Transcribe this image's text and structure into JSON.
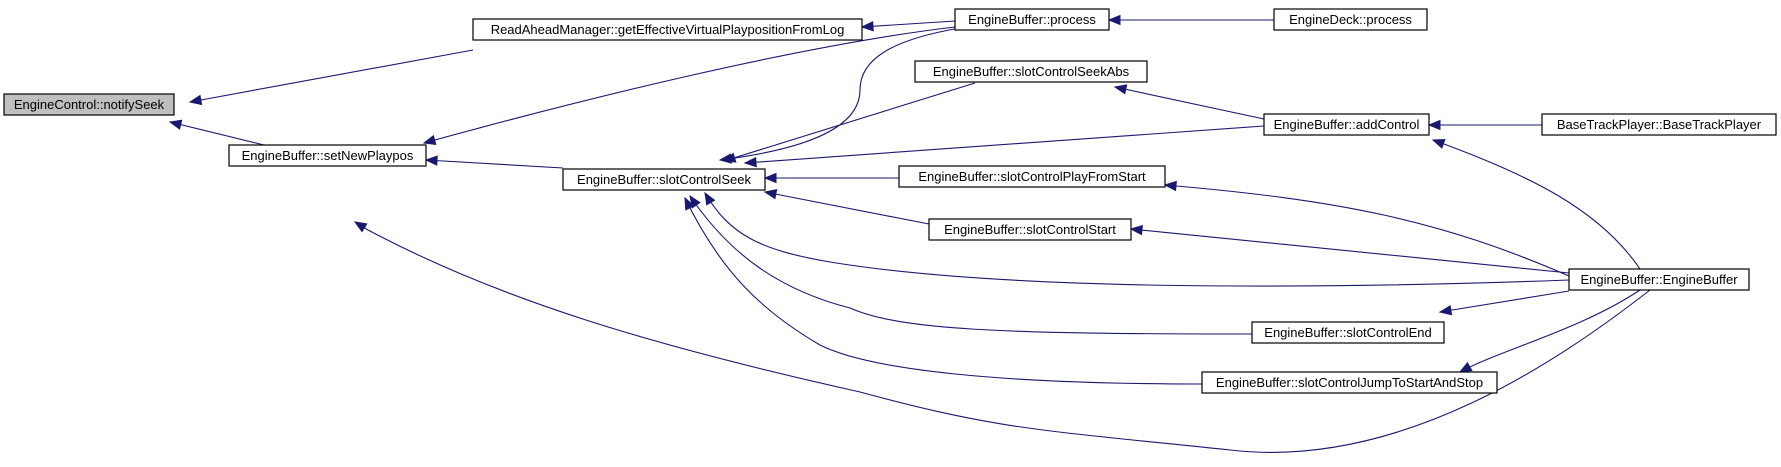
{
  "diagram": {
    "type": "call-graph",
    "colors": {
      "edge": "#191970",
      "node_border": "#000000",
      "node_fill": "#ffffff",
      "root_fill": "#bfbfbf"
    },
    "nodes": [
      {
        "id": "notifySeek",
        "label": "EngineControl::notifySeek",
        "root": true
      },
      {
        "id": "getEffective",
        "label": "ReadAheadManager::getEffectiveVirtualPlaypositionFromLog"
      },
      {
        "id": "setNewPlaypos",
        "label": "EngineBuffer::setNewPlaypos"
      },
      {
        "id": "process",
        "label": "EngineBuffer::process"
      },
      {
        "id": "slotControlSeek",
        "label": "EngineBuffer::slotControlSeek"
      },
      {
        "id": "deckProcess",
        "label": "EngineDeck::process"
      },
      {
        "id": "seekAbs",
        "label": "EngineBuffer::slotControlSeekAbs"
      },
      {
        "id": "addControl",
        "label": "EngineBuffer::addControl"
      },
      {
        "id": "btp",
        "label": "BaseTrackPlayer::BaseTrackPlayer"
      },
      {
        "id": "playFromStart",
        "label": "EngineBuffer::slotControlPlayFromStart"
      },
      {
        "id": "start",
        "label": "EngineBuffer::slotControlStart"
      },
      {
        "id": "ctor",
        "label": "EngineBuffer::EngineBuffer"
      },
      {
        "id": "end",
        "label": "EngineBuffer::slotControlEnd"
      },
      {
        "id": "jumpStop",
        "label": "EngineBuffer::slotControlJumpToStartAndStop"
      }
    ],
    "edges": [
      {
        "from": "getEffective",
        "to": "notifySeek"
      },
      {
        "from": "setNewPlaypos",
        "to": "notifySeek"
      },
      {
        "from": "process",
        "to": "getEffective"
      },
      {
        "from": "process",
        "to": "setNewPlaypos"
      },
      {
        "from": "slotControlSeek",
        "to": "setNewPlaypos"
      },
      {
        "from": "ctor",
        "to": "setNewPlaypos"
      },
      {
        "from": "deckProcess",
        "to": "process"
      },
      {
        "from": "process",
        "to": "slotControlSeek"
      },
      {
        "from": "seekAbs",
        "to": "slotControlSeek"
      },
      {
        "from": "addControl",
        "to": "slotControlSeek"
      },
      {
        "from": "playFromStart",
        "to": "slotControlSeek"
      },
      {
        "from": "start",
        "to": "slotControlSeek"
      },
      {
        "from": "ctor",
        "to": "slotControlSeek"
      },
      {
        "from": "end",
        "to": "slotControlSeek"
      },
      {
        "from": "jumpStop",
        "to": "slotControlSeek"
      },
      {
        "from": "addControl",
        "to": "seekAbs"
      },
      {
        "from": "btp",
        "to": "addControl"
      },
      {
        "from": "ctor",
        "to": "addControl"
      },
      {
        "from": "ctor",
        "to": "playFromStart"
      },
      {
        "from": "ctor",
        "to": "start"
      },
      {
        "from": "ctor",
        "to": "end"
      },
      {
        "from": "ctor",
        "to": "jumpStop"
      }
    ]
  }
}
